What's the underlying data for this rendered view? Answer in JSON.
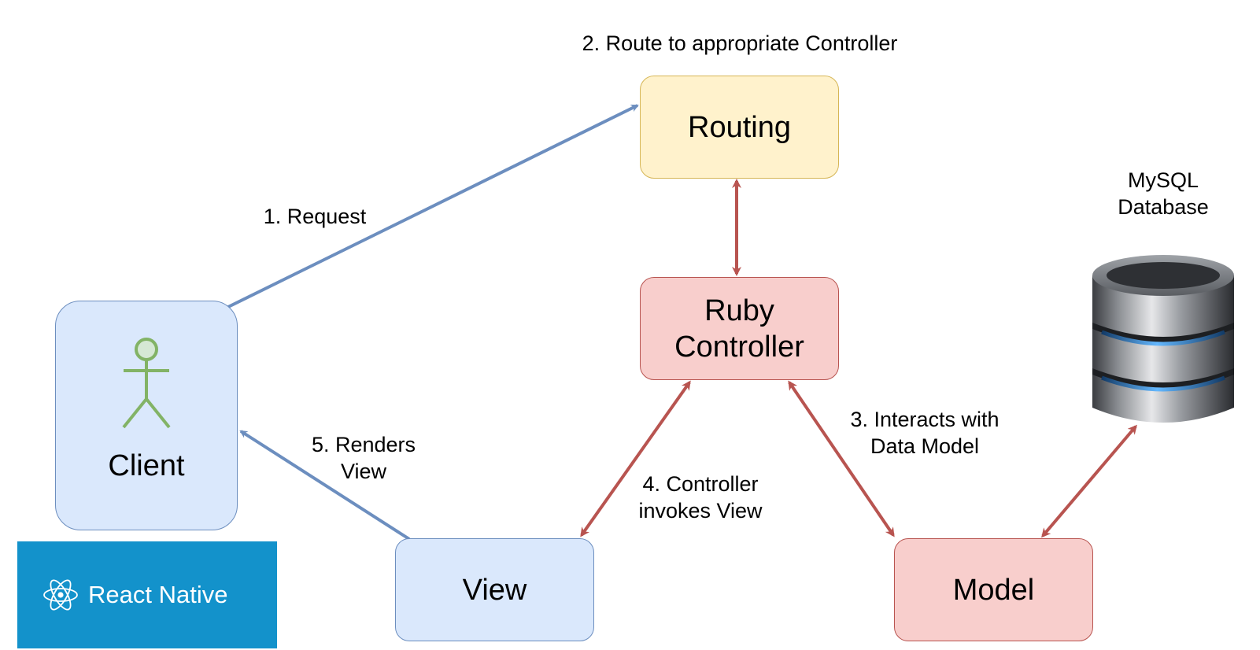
{
  "nodes": {
    "client": {
      "label": "Client"
    },
    "routing": {
      "label": "Routing"
    },
    "controller": {
      "label": "Ruby\nController"
    },
    "view": {
      "label": "View"
    },
    "model": {
      "label": "Model"
    },
    "database": {
      "label": "MySQL\nDatabase"
    }
  },
  "edges": {
    "request": {
      "label": "1. Request"
    },
    "route": {
      "label": "2. Route to appropriate Controller"
    },
    "interacts": {
      "label": "3. Interacts with\nData Model"
    },
    "invokes": {
      "label": "4. Controller\ninvokes View"
    },
    "renders": {
      "label": "5. Renders\nView"
    }
  },
  "badge": {
    "text": "React Native"
  },
  "colors": {
    "blue_fill": "#dae8fc",
    "blue_stroke": "#6c8ebf",
    "yellow_fill": "#fff2cc",
    "yellow_stroke": "#d6b656",
    "red_fill": "#f8cecc",
    "red_stroke": "#b85450",
    "actor": "#82b366",
    "badge_bg": "#1392cb"
  },
  "icons": {
    "actor": "person-icon",
    "database": "database-icon",
    "badge": "react-logo-icon"
  }
}
